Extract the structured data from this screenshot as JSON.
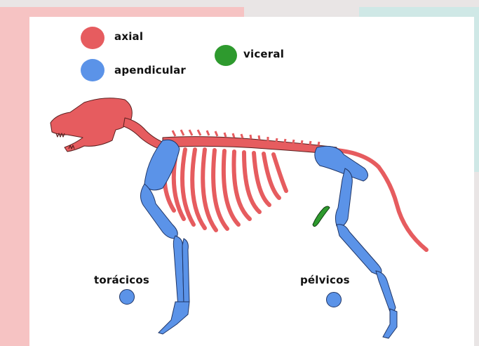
{
  "legend": {
    "axial": {
      "label": "axial",
      "color": "#e65c5f"
    },
    "apendicular": {
      "label": "apendicular",
      "color": "#5b93e8"
    },
    "viceral": {
      "label": "viceral",
      "color": "#2e9a2e"
    }
  },
  "limbs": {
    "toracicos": {
      "label": "torácicos",
      "color": "#5b93e8"
    },
    "pelvicos": {
      "label": "pélvicos",
      "color": "#5b93e8"
    }
  }
}
